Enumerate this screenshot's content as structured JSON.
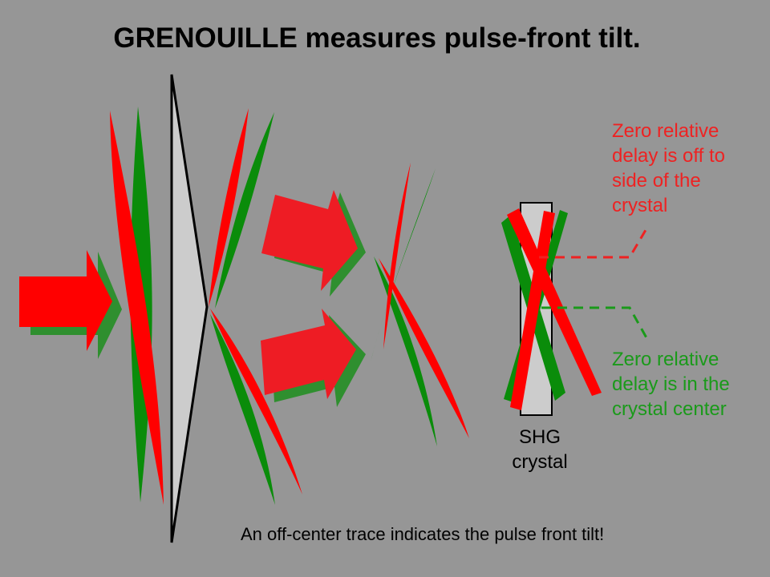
{
  "title": "GRENOUILLE measures pulse-front tilt.",
  "labels": {
    "crystal": "SHG\ncrystal",
    "red_note": "Zero relative\ndelay is off to\nside of the\ncrystal",
    "green_note": "Zero relative\ndelay is in the\ncrystal center",
    "caption": "An off-center trace indicates the pulse front tilt!"
  },
  "colors": {
    "background": "#969696",
    "red": "#ff0000",
    "green": "#0a8c0a",
    "arrow_red": "#ee1c24",
    "arrow_shadow": "#2f8f2f",
    "prism_fill": "#cccccc"
  }
}
